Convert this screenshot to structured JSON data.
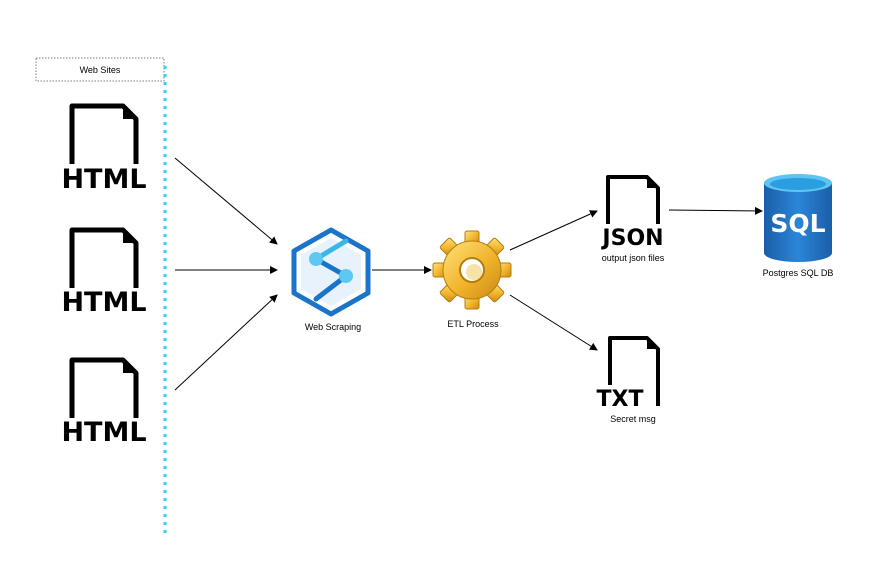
{
  "diagram": {
    "header_label": "Web Sites",
    "sources": [
      {
        "file_type": "HTML"
      },
      {
        "file_type": "HTML"
      },
      {
        "file_type": "HTML"
      }
    ],
    "scraping": {
      "label": "Web Scraping",
      "icon": "azure-synapse-icon"
    },
    "etl": {
      "label": "ETL Process",
      "icon": "gear-icon"
    },
    "json_output": {
      "file_type": "JSON",
      "label": "output json files"
    },
    "txt_output": {
      "file_type": "TXT",
      "label": "Secret msg"
    },
    "database": {
      "icon_text": "SQL",
      "label": "Postgres SQL DB"
    },
    "colors": {
      "divider": "#29d9f0",
      "gear": "#f0b830",
      "sql_blue": "#1f6fc4",
      "synapse_blue": "#1a75c9"
    }
  }
}
